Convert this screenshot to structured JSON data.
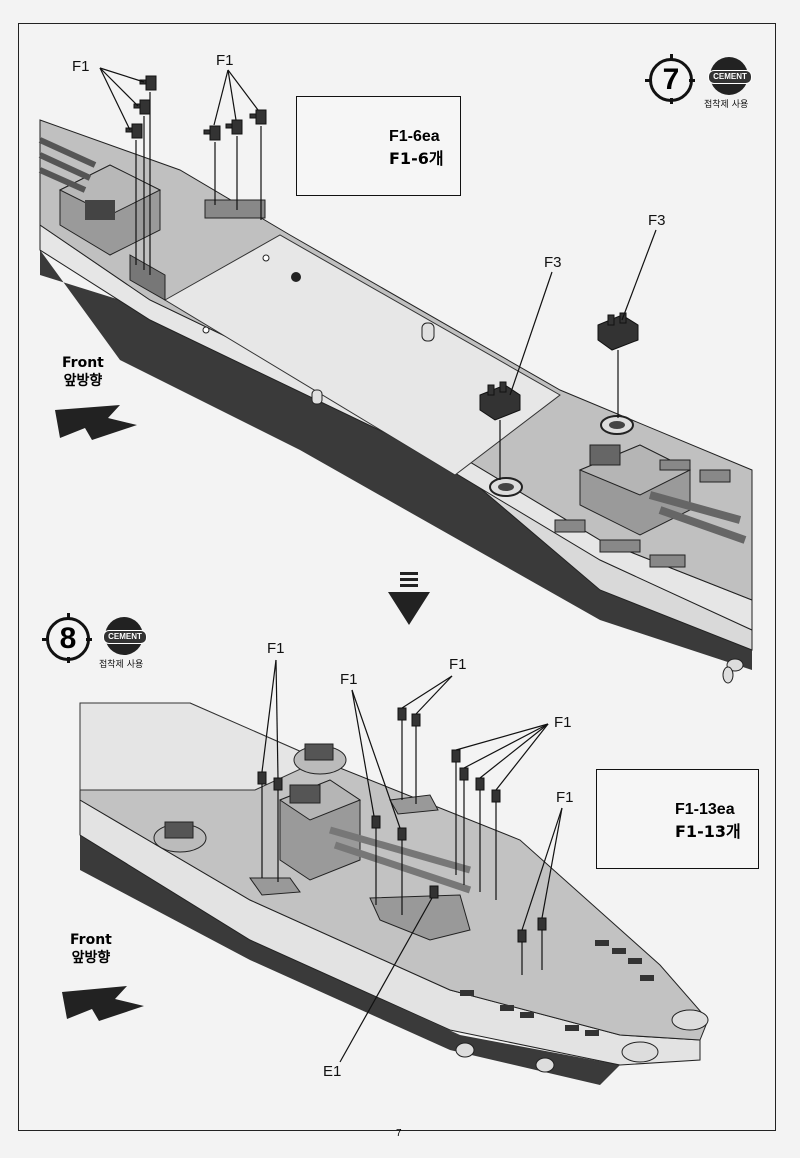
{
  "step7": {
    "number": "7",
    "cement_label": "CEMENT",
    "cement_note": "접착제 사용",
    "callout": {
      "line1": "F1-6ea",
      "line2": "F1-6개"
    },
    "labels": {
      "f1_a": "F1",
      "f1_b": "F1",
      "f3_a": "F3",
      "f3_b": "F3"
    },
    "front_en": "Front",
    "front_ko": "앞방향"
  },
  "step8": {
    "number": "8",
    "cement_label": "CEMENT",
    "cement_note": "접착제 사용",
    "callout": {
      "line1": "F1-13ea",
      "line2": "F1-13개"
    },
    "labels": {
      "f1_a": "F1",
      "f1_b": "F1",
      "f1_c": "F1",
      "f1_d": "F1",
      "f1_e": "F1",
      "e1": "E1"
    },
    "front_en": "Front",
    "front_ko": "앞방향"
  },
  "page_number": "7",
  "colors": {
    "hull_dark": "#3a3a3a",
    "hull_side": "#d8d8d8",
    "deck": "#bdbdbd",
    "ink": "#111111"
  }
}
